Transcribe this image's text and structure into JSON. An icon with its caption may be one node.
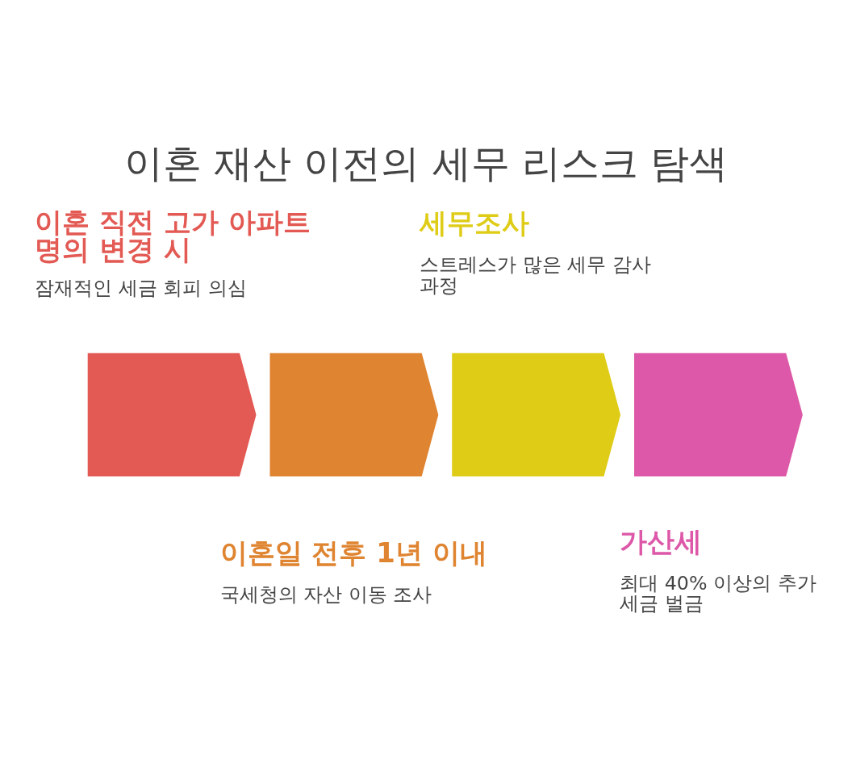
{
  "diagram": {
    "title": "이혼 재산 이전의 세무 리스크 탐색",
    "nodes": [
      {
        "text": [],
        "shape": "chevron",
        "beside": [
          "이혼 직전 고가 아파트 명의 변경 시",
          "잠재적인 세금 회피 의심"
        ]
      },
      {
        "text": [],
        "shape": "chevron",
        "beside": [
          "이혼일 전후 1년 이내",
          "국세청의 자산 이동 조사"
        ]
      },
      {
        "text": [],
        "shape": "chevron",
        "beside": [
          "세무조사",
          "스트레스가 많은 세무 감사 과정"
        ]
      },
      {
        "text": [],
        "shape": "chevron",
        "beside": [
          "가산세",
          "최대 40% 이상의 추가 세금 벌금"
        ]
      }
    ]
  }
}
